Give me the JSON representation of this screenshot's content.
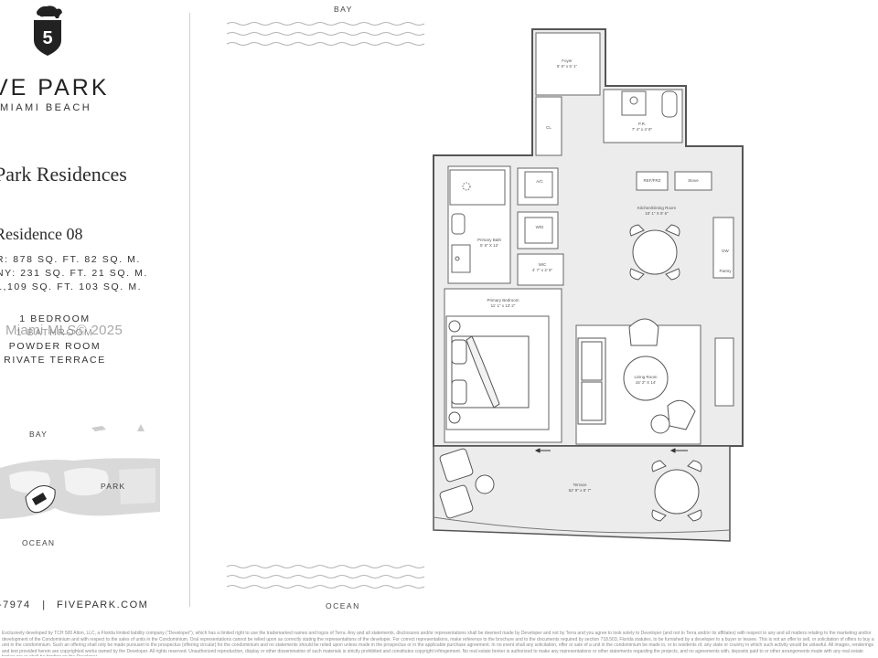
{
  "brand": {
    "name": "VE PARK",
    "location": "MIAMI BEACH",
    "logo_icon": "elephant-shield-icon"
  },
  "listing": {
    "collection": "Park Residences",
    "unit": "Residence 08",
    "areas": [
      "R: 878 SQ. FT. 82 SQ. M.",
      "NY: 231 SQ. FT. 21 SQ. M.",
      "1,109 SQ. FT. 103 SQ. M."
    ],
    "features": [
      "1 BEDROOM",
      "1 BATHROOM",
      "POWDER ROOM",
      "RIVATE TERRACE"
    ],
    "watermark": "Miami MLS© 2025"
  },
  "contact": {
    "phone": "-7974",
    "separator": "|",
    "website": "FIVEPARK.COM"
  },
  "site_map": {
    "labels": [
      "BAY",
      "PARK",
      "OCEAN"
    ]
  },
  "plan": {
    "orientation_top": "BAY",
    "orientation_bottom": "OCEAN",
    "rooms": {
      "foyer": {
        "name": "Foyer",
        "dims": "5' 8\" x 5' 1\""
      },
      "pr": {
        "name": "P.R.",
        "dims": "7' 4\" x 4' 8\""
      },
      "cl": {
        "name": "CL"
      },
      "ac": {
        "name": "A/C"
      },
      "wd": {
        "name": "W/D"
      },
      "primary_bath": {
        "name": "Primary Bath",
        "dims": "5' 6\" X 12'"
      },
      "wic": {
        "name": "WIC",
        "dims": "4' 7\" x 2' 6\""
      },
      "primary_bedroom": {
        "name": "Primary Bedroom",
        "dims": "11' 1\" x 13' 2\""
      },
      "kitchen": {
        "name": "Kitchen/Dining Room",
        "dims": "10' 1\" X 9' 6\""
      },
      "living": {
        "name": "Living Room",
        "dims": "15' 2\" X 14'"
      },
      "terrace": {
        "name": "Terrace",
        "dims": "52' 9\" x 8' 7\""
      },
      "refrig": {
        "name": "REF/FRZ"
      },
      "stove": {
        "name": "Stove"
      },
      "dw": {
        "name": "DW"
      },
      "pantry": {
        "name": "Pantry"
      }
    }
  },
  "legal": "Exclusively developed by TCH 500 Alton, LLC, a Florida limited liability company (\"Developer\"), which has a limited right to use the trademarked names and logos of Terra. Any and all statements, disclosures and/or representations shall be deemed made by Developer and not by Terra and you agree to look solely to Developer (and not to Terra and/or its affiliates) with respect to any and all matters relating to the marketing and/or development of the Condominium and with respect to the sales of units in the Condominium. Oral representations cannot be relied upon as correctly stating the representations of the developer. For correct representations, make reference to the brochure and to the documents required by section 718.503, Florida statutes, to be furnished by a developer to a buyer or lessee. This is not an offer to sell, or solicitation of offers to buy a unit in the condominium. Such an offering shall only be made pursuant to the prospectus (offering circular) for the condominium and no statements should be relied upon unless made in the prospectus or in the applicable purchase agreement. In no event shall any solicitation, offer or sale of a unit in the condominium be made in, or to residents of, any state or country in which such activity would be unlawful. All images, renderings and text provided herein are copyrighted works owned by the Developer. All rights reserved. Unauthorized reproduction, display or other dissemination of such materials is strictly prohibited and constitutes copyright infringement. No real estate broker is authorized to make any representations or other statements regarding the projects, and no agreements with, deposits paid to or other arrangements made with any real estate broker are or shall be binding on the Developer."
}
